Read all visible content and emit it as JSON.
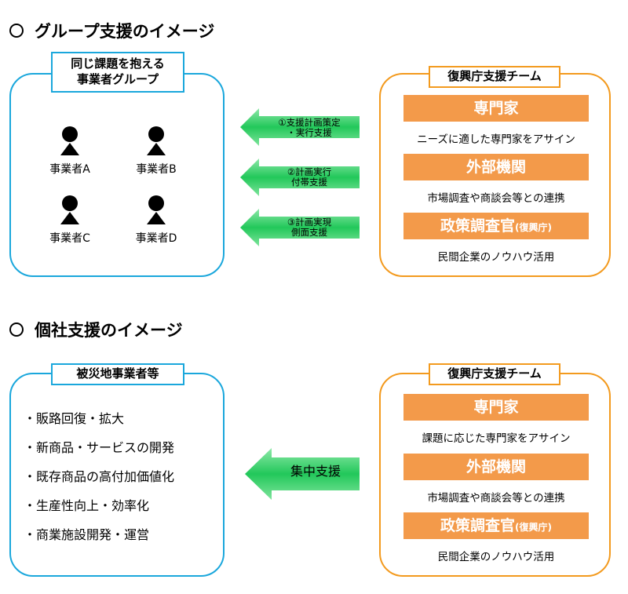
{
  "group_section": {
    "heading": "グループ支援のイメージ",
    "left_box": {
      "title_line1": "同じ課題を抱える",
      "title_line2": "事業者グループ",
      "members": [
        "事業者A",
        "事業者B",
        "事業者C",
        "事業者D"
      ]
    },
    "arrows": [
      {
        "line1": "①支援計画策定",
        "line2": "・実行支援"
      },
      {
        "line1": "②計画実行",
        "line2": "付帯支援"
      },
      {
        "line1": "③計画実現",
        "line2": "側面支援"
      }
    ],
    "right_box": {
      "title": "復興庁支援チーム",
      "items": [
        {
          "label": "専門家",
          "desc": "ニーズに適した専門家をアサイン"
        },
        {
          "label": "外部機関",
          "desc": "市場調査や商談会等との連携"
        },
        {
          "label": "政策調査官",
          "label_suffix": "(復興庁)",
          "desc": "民間企業のノウハウ活用"
        }
      ]
    }
  },
  "individual_section": {
    "heading": "個社支援のイメージ",
    "left_box": {
      "title": "被災地事業者等",
      "list": [
        "・販路回復・拡大",
        "・新商品・サービスの開発",
        "・既存商品の高付加価値化",
        "・生産性向上・効率化",
        "・商業施設開発・運営"
      ]
    },
    "arrow": {
      "label": "集中支援"
    },
    "right_box": {
      "title": "復興庁支援チーム",
      "items": [
        {
          "label": "専門家",
          "desc": "課題に応じた専門家をアサイン"
        },
        {
          "label": "外部機関",
          "desc": "市場調査や商談会等との連携"
        },
        {
          "label": "政策調査官",
          "label_suffix": "(復興庁)",
          "desc": "民間企業のノウハウ活用"
        }
      ]
    }
  },
  "colors": {
    "blue_border": "#1aa7dc",
    "orange_border": "#f39a1e",
    "orange_bar": "#f39a4a",
    "arrow_green": "#22c85a"
  }
}
